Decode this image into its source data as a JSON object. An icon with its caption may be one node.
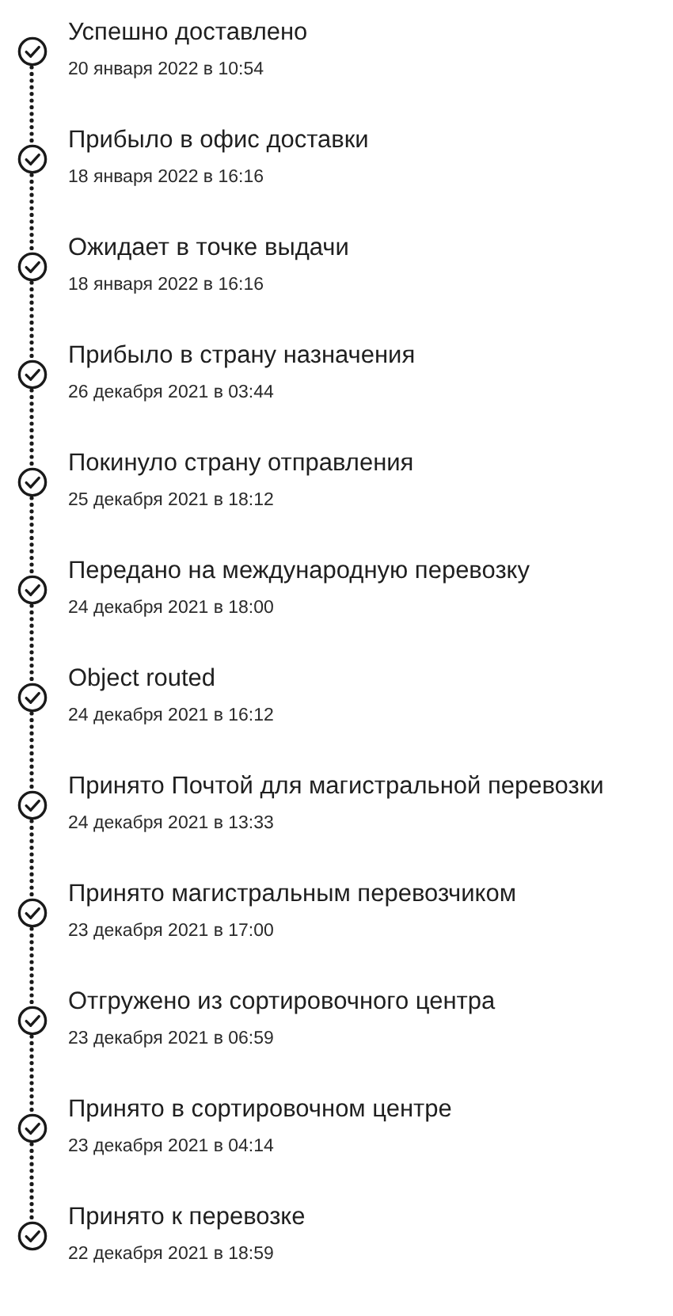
{
  "diagram": {
    "nodes": [
      {
        "text": [],
        "shape": "circle",
        "beside": [
          "Успешно доставлено",
          "20 января 2022 в 10:54"
        ]
      },
      {
        "text": [],
        "shape": "circle",
        "beside": [
          "Прибыло в офис доставки",
          "18 января 2022 в 16:16"
        ]
      },
      {
        "text": [],
        "shape": "circle",
        "beside": [
          "Ожидает в точке выдачи",
          "18 января 2022 в 16:16"
        ]
      },
      {
        "text": [],
        "shape": "circle",
        "beside": [
          "Прибыло в страну назначения",
          "26 декабря 2021 в 03:44"
        ]
      },
      {
        "text": [],
        "shape": "circle",
        "beside": [
          "Покинуло страну отправления",
          "25 декабря 2021 в 18:12"
        ]
      },
      {
        "text": [],
        "shape": "circle",
        "beside": [
          "Передано на международную перевозку",
          "24 декабря 2021 в 18:00"
        ]
      },
      {
        "text": [],
        "shape": "circle",
        "beside": [
          "Object routed",
          "24 декабря 2021 в 16:12"
        ]
      },
      {
        "text": [],
        "shape": "circle",
        "beside": [
          "Принято Почтой для магистральной перевозки",
          "24 декабря 2021 в 13:33"
        ]
      },
      {
        "text": [],
        "shape": "circle",
        "beside": [
          "Принято магистральным перевозчиком",
          "23 декабря 2021 в 17:00"
        ]
      },
      {
        "text": [],
        "shape": "circle",
        "beside": [
          "Отгружено из сортировочного центра",
          "23 декабря 2021 в 06:59"
        ]
      },
      {
        "text": [],
        "shape": "circle",
        "beside": [
          "Принято в сортировочном центре",
          "23 декабря 2021 в 04:14"
        ]
      },
      {
        "text": [],
        "shape": "circle",
        "beside": [
          "Принято к перевозке",
          "22 декабря 2021 в 18:59"
        ]
      }
    ],
    "edges": [
      {
        "from": 0,
        "to": 1,
        "arrow": "none"
      },
      {
        "from": 1,
        "to": 2,
        "arrow": "none"
      },
      {
        "from": 2,
        "to": 3,
        "arrow": "none"
      },
      {
        "from": 3,
        "to": 4,
        "arrow": "none"
      },
      {
        "from": 4,
        "to": 5,
        "arrow": "none"
      },
      {
        "from": 5,
        "to": 6,
        "arrow": "none"
      },
      {
        "from": 6,
        "to": 7,
        "arrow": "none"
      },
      {
        "from": 7,
        "to": 8,
        "arrow": "none"
      },
      {
        "from": 8,
        "to": 9,
        "arrow": "none"
      },
      {
        "from": 9,
        "to": 10,
        "arrow": "none"
      },
      {
        "from": 10,
        "to": 11,
        "arrow": "none"
      }
    ]
  }
}
